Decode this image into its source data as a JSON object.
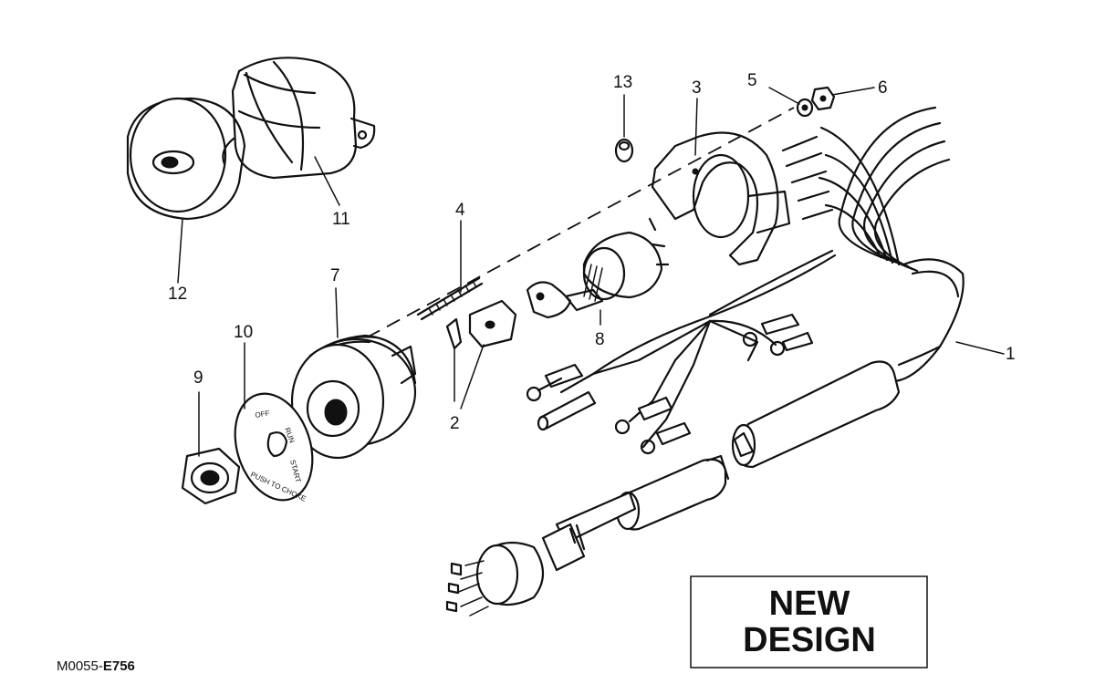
{
  "diagram": {
    "callouts": [
      "1",
      "2",
      "3",
      "4",
      "5",
      "6",
      "7",
      "8",
      "9",
      "10",
      "11",
      "12",
      "13"
    ],
    "stamp": [
      "NEW",
      "DESIGN"
    ],
    "plate_text": [
      "OFF",
      "RUN",
      "START",
      "PUSH TO CHOKE"
    ],
    "figure_id_prefix": "M0055-",
    "figure_id_code": "E756"
  }
}
